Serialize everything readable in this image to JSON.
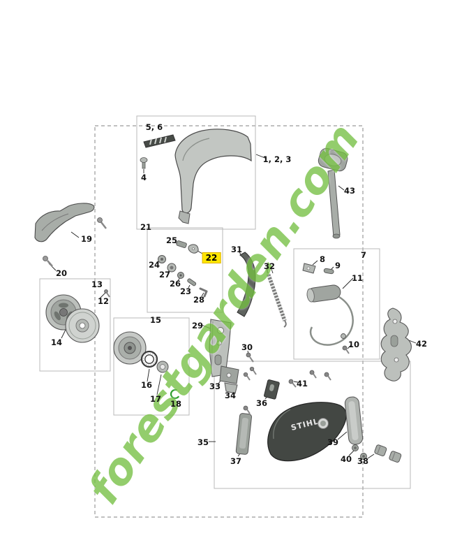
{
  "watermark": "forestgarden.com",
  "cover_text": "STIHL",
  "highlight_color": "#ffe600",
  "callouts": {
    "n1_2_3": "1, 2, 3",
    "n4": "4",
    "n5_6": "5, 6",
    "n7": "7",
    "n8": "8",
    "n9": "9",
    "n10": "10",
    "n11": "11",
    "n12": "12",
    "n13": "13",
    "n14": "14",
    "n15": "15",
    "n16": "16",
    "n17": "17",
    "n18": "18",
    "n19": "19",
    "n20": "20",
    "n21": "21",
    "n22": "22",
    "n23": "23",
    "n24": "24",
    "n25": "25",
    "n26": "26",
    "n27": "27",
    "n28": "28",
    "n29": "29",
    "n30": "30",
    "n31": "31",
    "n32": "32",
    "n33": "33",
    "n34": "34",
    "n35": "35",
    "n36": "36",
    "n37": "37",
    "n38": "38",
    "n39": "39",
    "n40": "40",
    "n41": "41",
    "n42": "42",
    "n43": "43"
  }
}
